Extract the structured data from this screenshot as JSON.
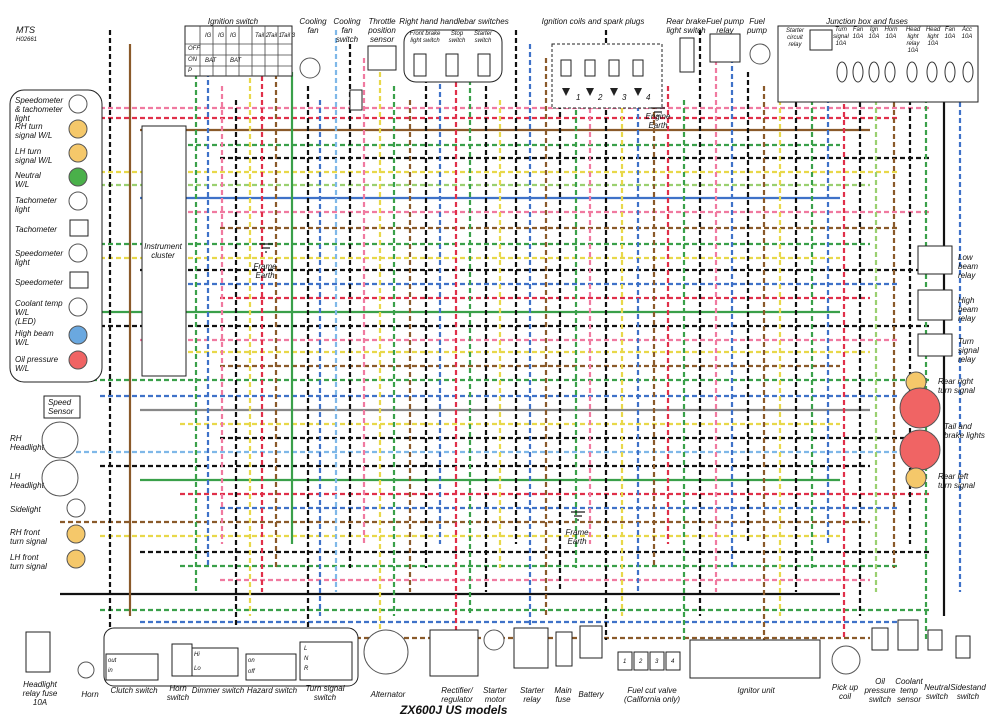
{
  "header": {
    "code": "MTS",
    "ref": "H02661"
  },
  "title": "ZX600J US models",
  "labels": {
    "ignition_switch": "Ignition switch",
    "cooling_fan": "Cooling\nfan",
    "cooling_fan_switch": "Cooling\nfan\nswitch",
    "throttle_position_sensor": "Throttle\nposition\nsensor",
    "rh_handlebar_switches": "Right hand handlebar switches",
    "front_brake_light_switch": "Front brake\nlight switch",
    "stop_switch": "Stop\nswitch",
    "starter_switch": "Starter\nswitch",
    "ignition_coils": "Ignition coils and spark plugs",
    "rear_brake_light_switch": "Rear brake\nlight switch",
    "fuel_pump_relay": "Fuel pump\nrelay",
    "fuel_pump": "Fuel\npump",
    "junction_box": "Junction box and fuses",
    "starter_circuit_relay": "Starter\ncircuit\nrelay",
    "engine_earth": "Engine\nEarth",
    "speedo_tacho_light": "Speedometer\n& tachometer\nlight",
    "rh_turn_wl": "RH turn\nsignal W/L",
    "lh_turn_wl": "LH turn\nsignal W/L",
    "neutral_wl": "Neutral\nW/L",
    "tacho_light": "Tachometer\nlight",
    "tachometer": "Tachometer",
    "speedo_light": "Speedometer\nlight",
    "speedometer": "Speedometer",
    "coolant_wl": "Coolant temp\nW/L\n(LED)",
    "high_beam_wl": "High beam\nW/L",
    "oil_pressure_wl": "Oil pressure\nW/L",
    "instrument_cluster": "Instrument\ncluster",
    "frame_earth_1": "Frame\nEarth",
    "frame_earth_2": "Frame\nEarth",
    "speed_sensor": "Speed\nSensor",
    "rh_headlight": "RH\nHeadlight",
    "lh_headlight": "LH\nHeadlight",
    "sidelight": "Sidelight",
    "rh_front_turn": "RH front\nturn signal",
    "lh_front_turn": "LH front\nturn signal",
    "low_beam_relay": "Low\nbeam\nrelay",
    "high_beam_relay": "High\nbeam\nrelay",
    "turn_signal_relay": "Turn\nsignal\nrelay",
    "rear_right_turn": "Rear right\nturn signal",
    "tail_brake": "Tail and\nbrake lights",
    "rear_left_turn": "Rear left\nturn signal",
    "headlight_relay_fuse": "Headlight\nrelay fuse\n10A",
    "horn": "Horn",
    "clutch_switch": "Clutch switch",
    "horn_switch": "Horn\nswitch",
    "dimmer_switch": "Dimmer switch",
    "hazard_switch": "Hazard switch",
    "turn_signal_switch": "Turn signal\nswitch",
    "alternator": "Alternator",
    "rectifier": "Rectifier/\nregulator",
    "starter_motor": "Starter\nmotor",
    "starter_relay": "Starter\nrelay",
    "main_fuse": "Main\nfuse",
    "battery": "Battery",
    "fuel_cut_valve": "Fuel cut valve\n(California only)",
    "ignitor_unit": "Ignitor unit",
    "pickup_coil": "Pick up\ncoil",
    "oil_pressure_switch": "Oil\npressure\nswitch",
    "coolant_temp_sensor": "Coolant\ntemp\nsensor",
    "neutral_switch": "Neutral\nswitch",
    "sidestand_switch": "Sidestand\nswitch"
  },
  "ignition_rows": [
    "OFF",
    "ON",
    "P"
  ],
  "ignition_cols": [
    "IG",
    "BAT",
    "IG",
    "Tail 2",
    "Tail 1",
    "Tail 3"
  ],
  "ignition_extra": [
    "BAT",
    "IG"
  ],
  "fuses": [
    "Turn\nsignal\n10A",
    "Fan\n10A",
    "Ign\n10A",
    "Horn\n10A",
    "Head\nlight\nrelay\n10A",
    "Head\nlight\n10A",
    "Fan\n10A",
    "Acc\n10A"
  ],
  "coil_numbers": [
    "1",
    "2",
    "3",
    "4"
  ],
  "fuel_cut_numbers": [
    "1",
    "2",
    "3",
    "4"
  ],
  "clutch_states": [
    "out",
    "in"
  ],
  "dimmer_states": [
    "Hi",
    "Lo"
  ],
  "hazard_states": [
    "on",
    "off"
  ],
  "turn_states": [
    "L",
    "N",
    "R"
  ],
  "colors": {
    "red": "#e0304a",
    "pink": "#f07aa0",
    "green": "#3aa04a",
    "blue": "#3f72c8",
    "lightblue": "#7fb8e8",
    "yellow": "#e8d84a",
    "brown": "#8a5a2a",
    "black": "#111111",
    "grey": "#888888",
    "orange": "#f0a040",
    "lightgreen": "#9ad070"
  }
}
